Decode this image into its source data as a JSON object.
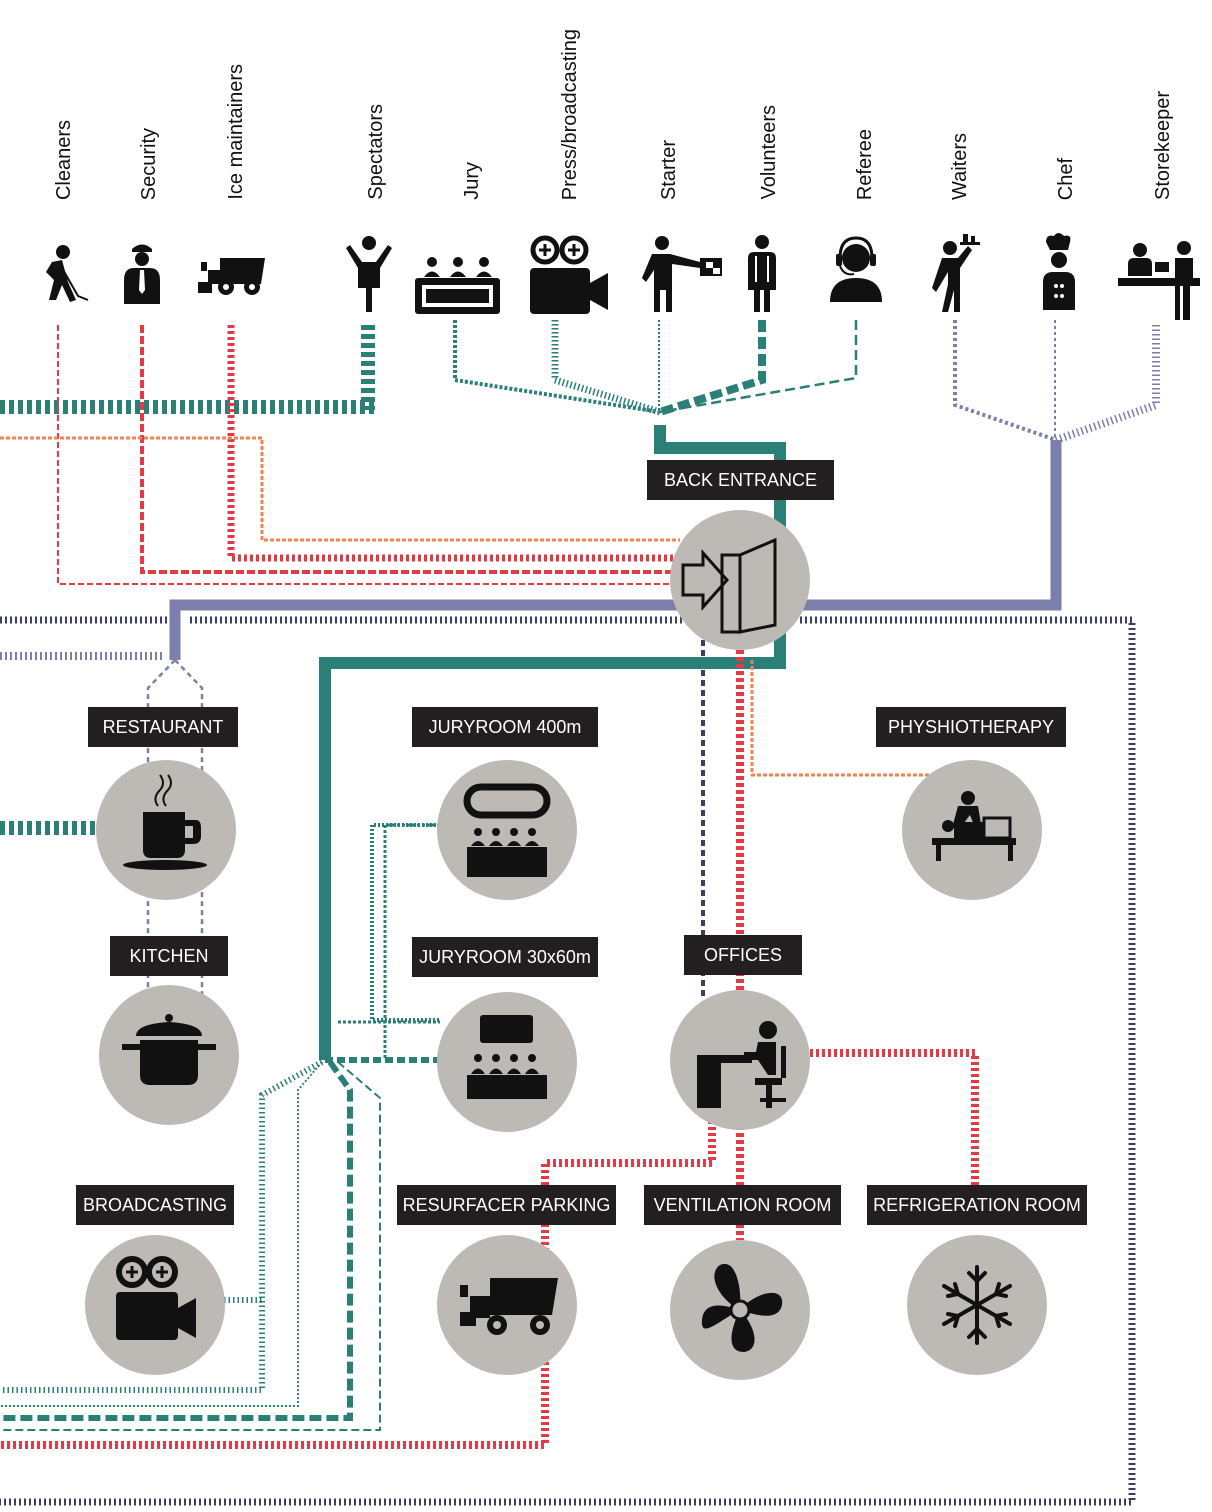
{
  "roles": [
    {
      "label": "Cleaners",
      "icon": "cleaner-icon"
    },
    {
      "label": "Security",
      "icon": "security-guard-icon"
    },
    {
      "label": "Ice maintainers",
      "icon": "ice-resurfacer-icon"
    },
    {
      "label": "Spectators",
      "icon": "spectator-icon"
    },
    {
      "label": "Jury",
      "icon": "jury-desk-icon"
    },
    {
      "label": "Press/broadcasting",
      "icon": "film-camera-icon"
    },
    {
      "label": "Starter",
      "icon": "starter-flag-icon"
    },
    {
      "label": "Volunteers",
      "icon": "volunteer-vest-icon"
    },
    {
      "label": "Referee",
      "icon": "referee-headset-icon"
    },
    {
      "label": "Waiters",
      "icon": "waiter-tray-icon"
    },
    {
      "label": "Chef",
      "icon": "chef-hat-icon"
    },
    {
      "label": "Storekeeper",
      "icon": "storekeeper-counter-icon"
    }
  ],
  "rooms": {
    "back_entrance": "BACK ENTRANCE",
    "restaurant": "RESTAURANT",
    "juryroom_400": "JURYROOM 400m",
    "physiotherapy": "PHYSHIOTHERAPY",
    "kitchen": "KITCHEN",
    "juryroom_30": "JURYROOM 30x60m",
    "offices": "OFFICES",
    "broadcasting": "BROADCASTING",
    "resurfacer_parking": "RESURFACER PARKING",
    "ventilation_room": "VENTILATION ROOM",
    "refrigeration_room": "REFRIGERATION ROOM"
  },
  "room_icons": {
    "back_entrance": "door-entrance-icon",
    "restaurant": "coffee-cup-icon",
    "juryroom_400": "jury-table-icon",
    "physiotherapy": "massage-table-icon",
    "kitchen": "cooking-pot-icon",
    "juryroom_30": "jury-screen-icon",
    "offices": "office-desk-icon",
    "broadcasting": "film-camera-icon",
    "resurfacer_parking": "ice-resurfacer-icon",
    "ventilation_room": "fan-icon",
    "refrigeration_room": "snowflake-icon"
  },
  "colors": {
    "teal": "#2a8077",
    "lavender": "#7c7fab",
    "red": "#e63946",
    "orange": "#ef8354",
    "navy": "#3d3f5e",
    "node_fill": "#bdbab5",
    "label_bg": "#231f20"
  }
}
